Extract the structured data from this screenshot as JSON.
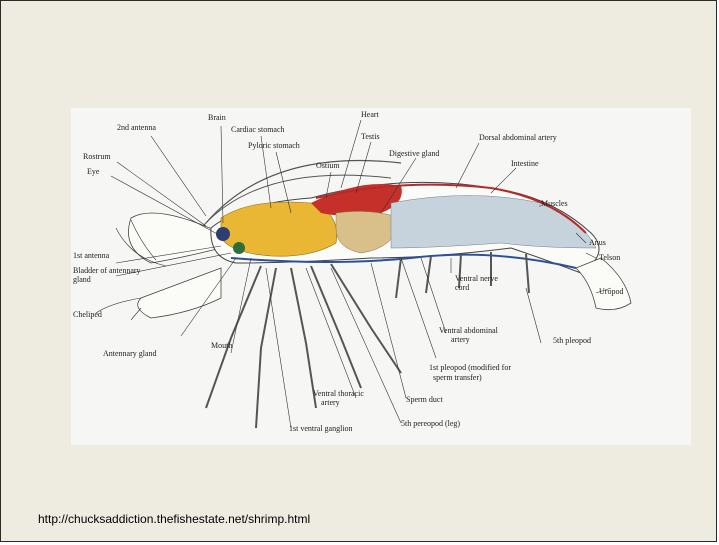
{
  "figure": {
    "labels": {
      "second_antenna": "2nd antenna",
      "brain": "Brain",
      "cardiac_stomach": "Cardiac stomach",
      "pyloric_stomach": "Pyloric stomach",
      "heart": "Heart",
      "testis": "Testis",
      "ostium": "Ostium",
      "digestive_gland": "Digestive gland",
      "dorsal_abdominal_artery": "Dorsal abdominal artery",
      "intestine": "Intestine",
      "muscles": "Muscles",
      "anus": "Anus",
      "telson": "Telson",
      "uropod": "Uropod",
      "rostrum": "Rostrum",
      "eye": "Eye",
      "first_antenna": "1st antenna",
      "bladder_line1": "Bladder of antennary",
      "bladder_line2": "gland",
      "cheliped": "Cheliped",
      "antennary_gland": "Antennary gland",
      "mouth": "Mouth",
      "ventral_nerve_cord_line1": "Ventral nerve",
      "ventral_nerve_cord_line2": "cord",
      "fifth_pleopod": "5th pleopod",
      "ventral_abdominal_artery_line1": "Ventral abdominal",
      "ventral_abdominal_artery_line2": "artery",
      "first_pleopod_line1": "1st pleopod (modified for",
      "first_pleopod_line2": "sperm transfer)",
      "ventral_thoracic_artery_line1": "Ventral thoracic",
      "ventral_thoracic_artery_line2": "artery",
      "sperm_duct": "Sperm duct",
      "first_ventral_ganglion": "1st ventral ganglion",
      "fifth_pereopod": "5th pereopod (leg)"
    }
  },
  "source_url": "http://chucksaddiction.thefishestate.net/shrimp.html"
}
